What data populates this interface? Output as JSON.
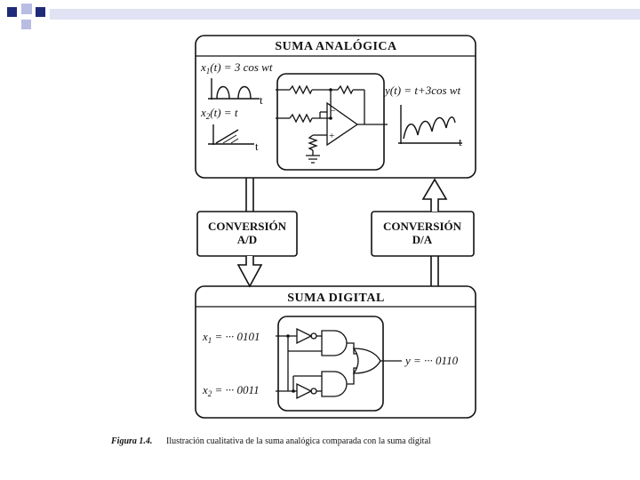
{
  "analog": {
    "title": "SUMA  ANALÓGICA",
    "x1_label_a": "x",
    "x1_label_sub": "1",
    "x1_label_b": "(t) = 3 cos wt",
    "x2_label_a": "x",
    "x2_label_sub": "2",
    "x2_label_b": "(t) = t",
    "y_label": "y(t) = t+3cos wt",
    "axis_t": "t"
  },
  "conv_ad": {
    "line1": "CONVERSIÓN",
    "line2": "A/D"
  },
  "conv_da": {
    "line1": "CONVERSIÓN",
    "line2": "D/A"
  },
  "digital": {
    "title": "SUMA  DIGITAL",
    "x1_label_a": "x",
    "x1_label_sub": "1",
    "x1_label_b": " = ··· 0101",
    "x2_label_a": "x",
    "x2_label_sub": "2",
    "x2_label_b": " = ··· 0011",
    "y_label": "y = ··· 0110"
  },
  "caption": {
    "label": "Figura 1.4.",
    "text": "Ilustración cualitativa de la suma analógica comparada con la suma digital"
  },
  "colors": {
    "accent_dark": "#1f2a78",
    "accent_light": "#b9bde3"
  }
}
